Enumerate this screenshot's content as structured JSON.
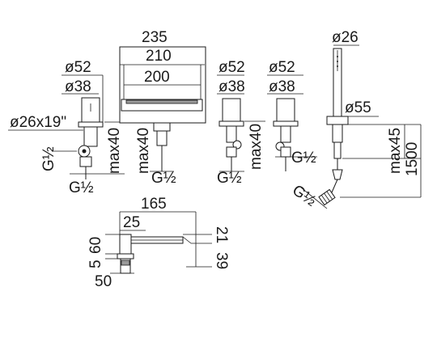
{
  "labels": {
    "w235": "235",
    "w210": "210",
    "w200": "200",
    "d52_a": "ø52",
    "d38_a": "ø38",
    "d26x19": "ø26x19\"",
    "max40_a": "max40",
    "max40_b": "max40",
    "max40_c": "max40",
    "g12_a": "G½",
    "g12_b": "G½",
    "g12_c": "G½",
    "g12_d": "G½",
    "g12_e": "G½",
    "g12_f": "G½",
    "d52_b": "ø52",
    "d38_b": "ø38",
    "d52_c": "ø52",
    "d38_c": "ø38",
    "d26": "ø26",
    "d55": "ø55",
    "max45": "max45",
    "h1500": "1500",
    "w165": "165",
    "w25": "25",
    "h60": "60",
    "h5": "5",
    "h50": "50",
    "h21": "21",
    "h39": "39"
  }
}
